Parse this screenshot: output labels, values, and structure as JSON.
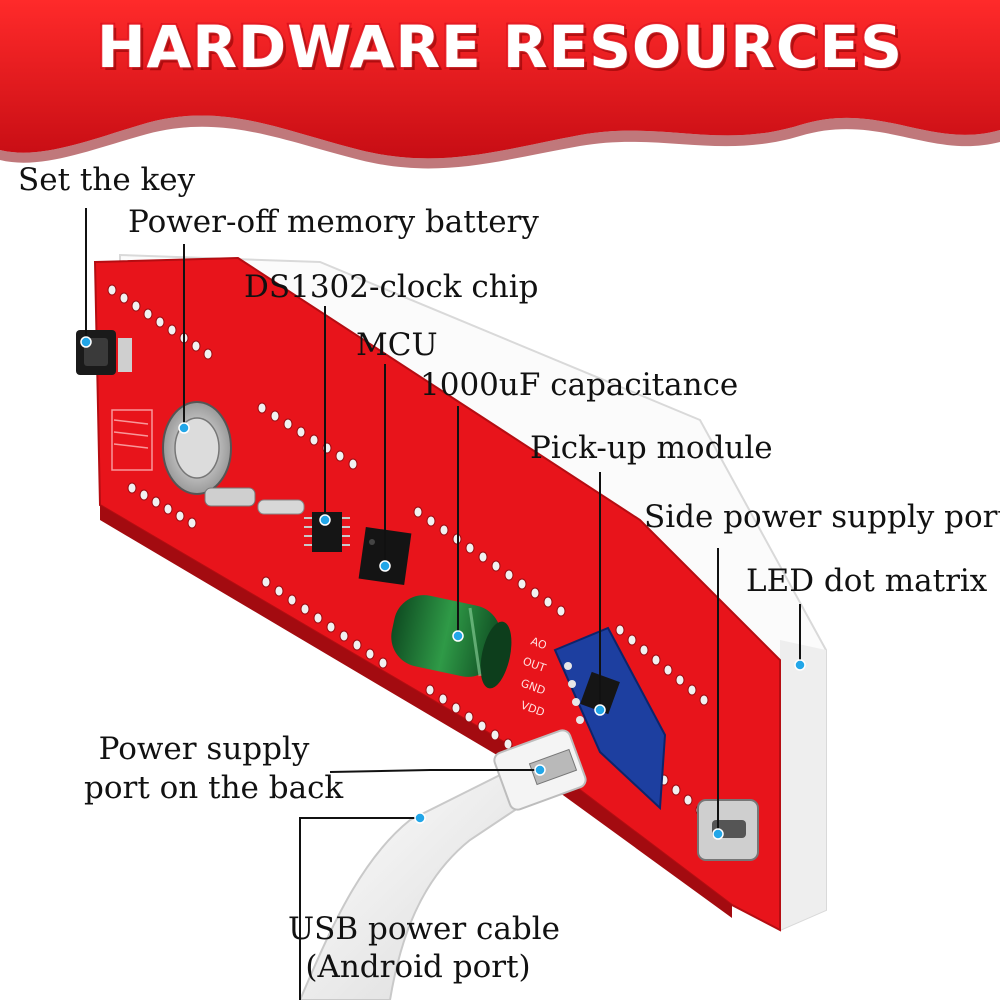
{
  "banner": {
    "title": "HARDWARE RESOURCES",
    "color": "#e3121c"
  },
  "callouts": {
    "set_key": "Set the key",
    "battery": "Power-off memory battery",
    "clock_chip": "DS1302-clock chip",
    "mcu": "MCU",
    "capacitance": "1000uF capacitance",
    "pickup": "Pick-up module",
    "side_port": "Side power supply port",
    "led_matrix": "LED dot matrix",
    "back_port_1": "Power supply",
    "back_port_2": "port on the back",
    "usb_1": "USB power cable",
    "usb_2": "(Android port)"
  },
  "board": {
    "pcb_color": "#e8141b",
    "marker_color": "#22a6e8",
    "pin_labels": [
      "AO",
      "OUT",
      "GND",
      "VDD"
    ]
  }
}
